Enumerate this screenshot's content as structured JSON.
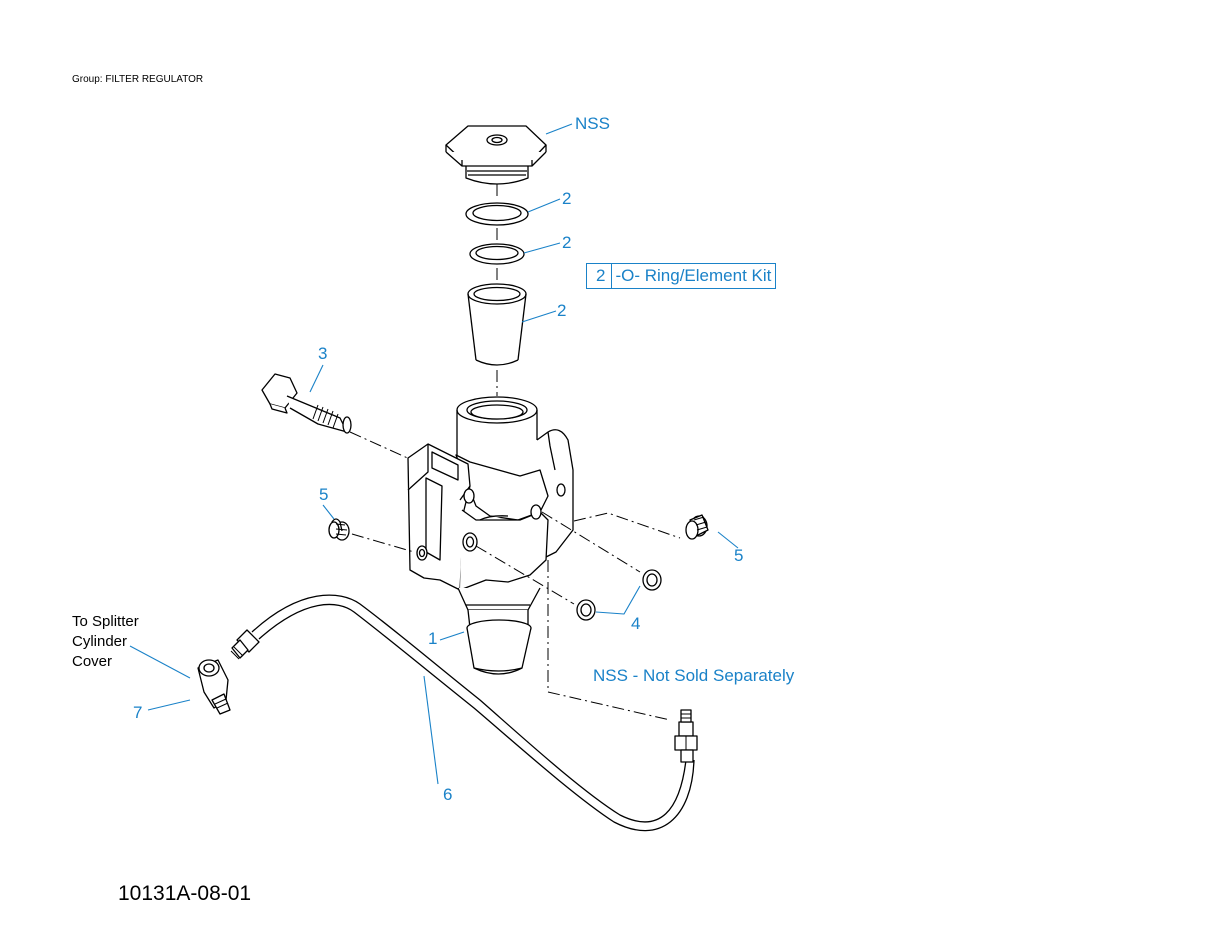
{
  "group_label": "Group: FILTER REGULATOR",
  "figure_number": "10131A-08-01",
  "destination_label": [
    "To Splitter",
    "Cylinder",
    "Cover"
  ],
  "legend": {
    "number": "2",
    "text": "-O- Ring/Element Kit"
  },
  "footnote": "NSS - Not Sold Separately",
  "callouts": {
    "cap": "NSS",
    "o_ring_upper": "2",
    "o_ring_lower": "2",
    "element": "2",
    "bolt": "3",
    "plug_left": "5",
    "plug_right": "5",
    "seal_rings": "4",
    "body": "1",
    "tube": "6",
    "elbow": "7"
  },
  "colors": {
    "callout": "#1a82c8",
    "line": "#000000"
  }
}
